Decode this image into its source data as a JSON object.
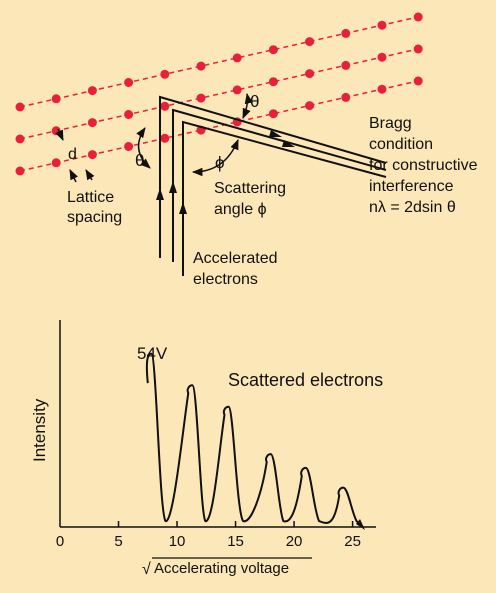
{
  "diagram": {
    "labels": {
      "d": "d",
      "theta_left": "θ",
      "theta_top": "θ",
      "phi": "ϕ",
      "lattice_line1": "Lattice",
      "lattice_line2": "spacing",
      "scatter_line1": "Scattering",
      "scatter_line2": "angle  ϕ",
      "accel_line1": "Accelerated",
      "accel_line2": "electrons",
      "bragg_line1": "Bragg",
      "bragg_line2": "condition",
      "bragg_line3": "for constructive",
      "bragg_line4": "interference",
      "bragg_line5": "nλ = 2dsin θ"
    }
  },
  "chart_data": {
    "type": "line",
    "ylabel": "Intensity",
    "xlabel": "Accelerating voltage",
    "xlabel_prefix": "√",
    "xlim": [
      0,
      27
    ],
    "xticks": [
      0,
      5,
      10,
      15,
      20,
      25
    ],
    "series_label": "Scattered electrons",
    "peak_label": "54V",
    "peaks": [
      {
        "x": 7.8,
        "height": 0.88
      },
      {
        "x": 11.3,
        "height": 0.72
      },
      {
        "x": 14.4,
        "height": 0.61
      },
      {
        "x": 18.0,
        "height": 0.37
      },
      {
        "x": 21.0,
        "height": 0.3
      },
      {
        "x": 24.2,
        "height": 0.2
      }
    ]
  },
  "colors": {
    "background": "#fbe7b7",
    "lattice": "#e8203a",
    "ink": "#111111"
  }
}
